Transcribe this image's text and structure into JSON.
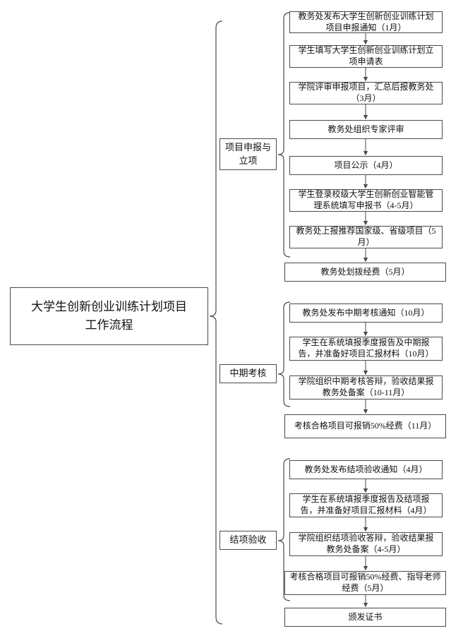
{
  "page": {
    "background": "#ffffff",
    "line_color": "#4a4a4a"
  },
  "title": {
    "text": "大学生创新创业训练计划项目工作流程",
    "lines": [
      "大学生创新创业训练计划项目",
      "工作流程"
    ]
  },
  "phases": [
    {
      "label": "项目申报与立项",
      "steps": [
        "教务处发布大学生创新创业训练计划项目申报通知（1月）",
        "学生填写大学生创新创业训练计划立项申请表",
        "学院评审申报项目，汇总后报教务处（3月）",
        "教务处组织专家评审",
        "项目公示（4月）",
        "学生登录校级大学生创新创业智能管理系统填写申报书（4-5月）",
        "教务处上报推荐国家级、省级项目（5月）",
        "教务处划拨经费（5月）"
      ]
    },
    {
      "label": "中期考核",
      "steps": [
        "教务处发布中期考核通知（10月）",
        "学生在系统填报季度报告及中期报告，并准备好项目汇报材料（10月）",
        "学院组织中期考核答辩，验收结果报教务处备案（10-11月）",
        "考核合格项目可报销50%经费（11月）"
      ]
    },
    {
      "label": "结项验收",
      "steps": [
        "教务处发布结项验收通知（4月）",
        "学生在系统填报季度报告及结项报告，并准备好项目汇报材料（4月）",
        "学院组织结项验收答辩，验收结果报教务处备案（4-5月）",
        "考核合格项目可报销50%经费、指导老师经费（5月）",
        "颁发证书"
      ]
    }
  ]
}
